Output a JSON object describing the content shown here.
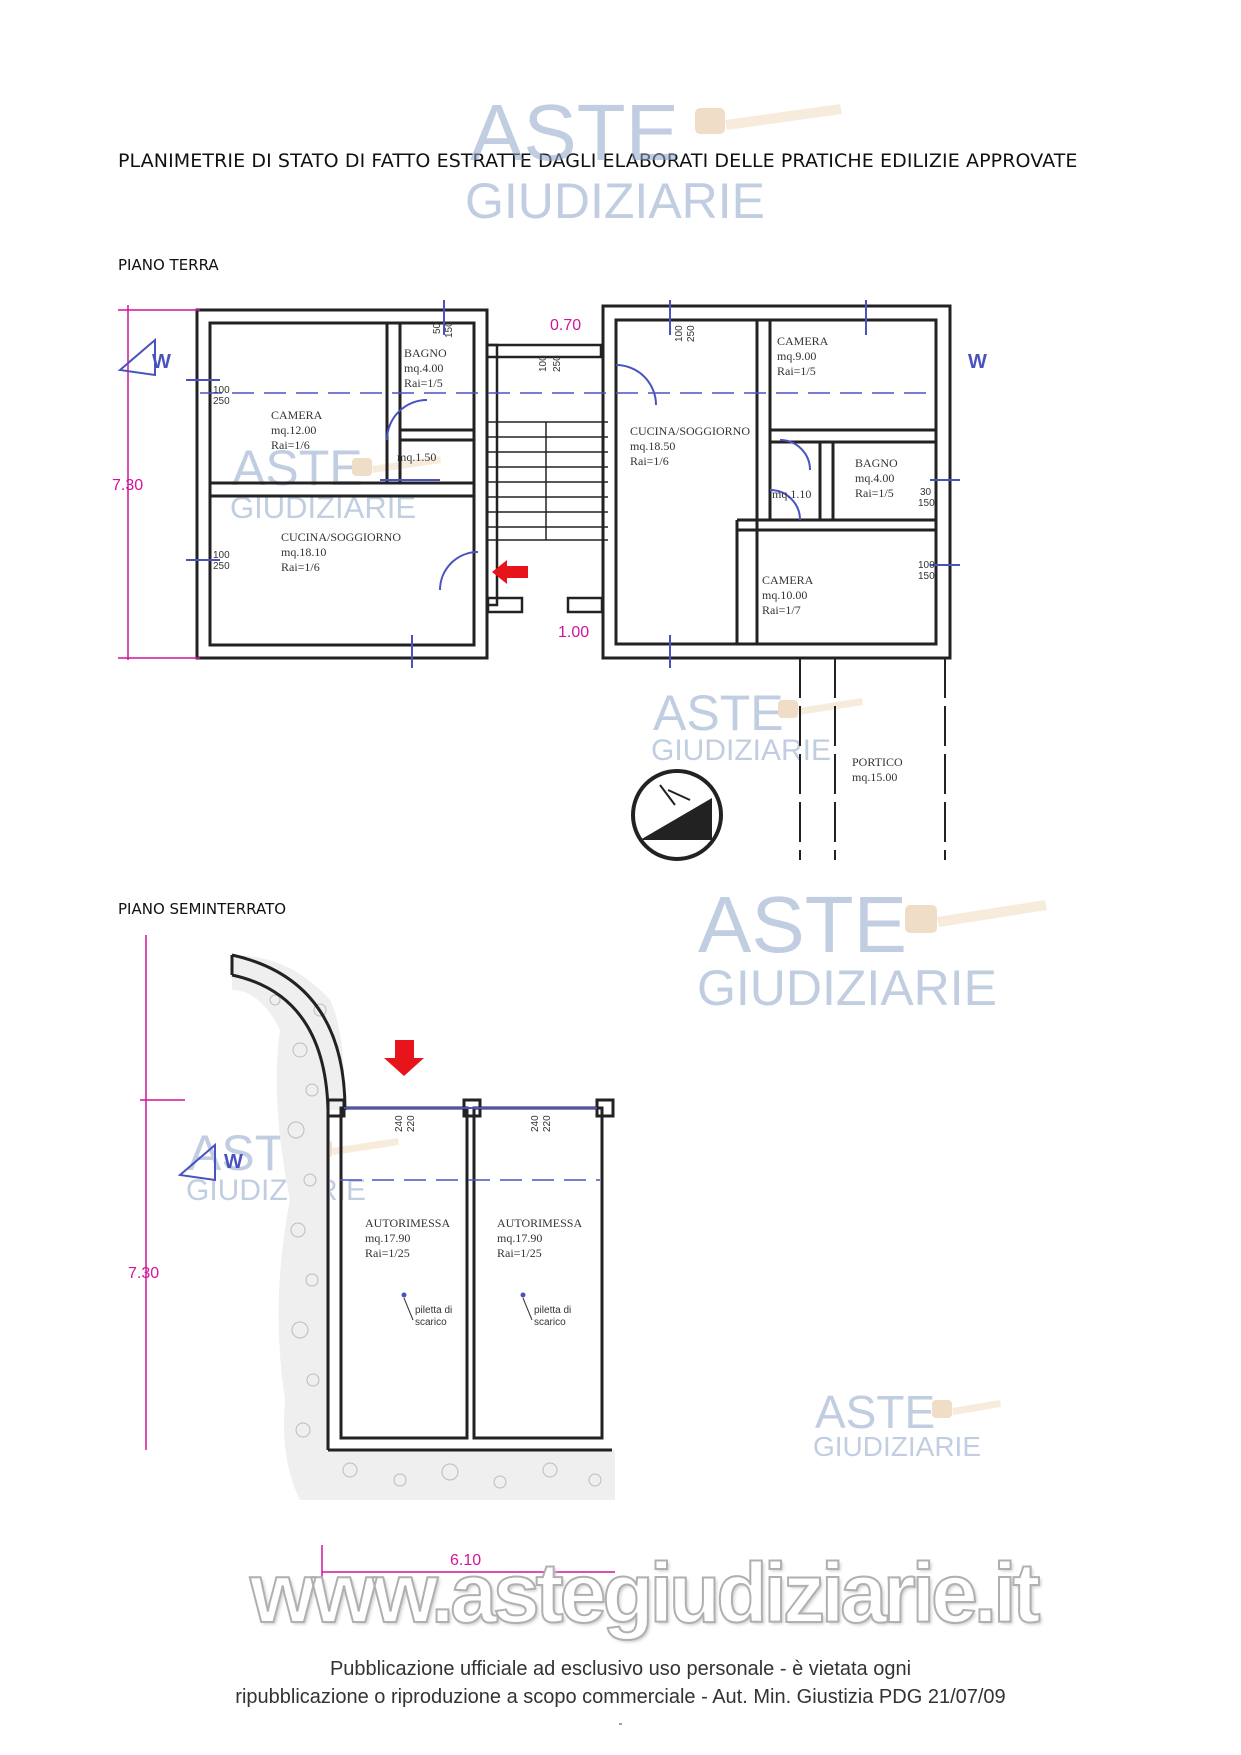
{
  "document": {
    "heading": "PLANIMETRIE DI STATO DI FATTO ESTRATTE DAGLI ELABORATI DELLE PRATICHE EDILIZIE APPROVATE",
    "section_ground": "PIANO TERRA",
    "section_basement": "PIANO SEMINTERRATO"
  },
  "ground_floor": {
    "rooms": [
      {
        "name": "CAMERA",
        "area": "mq.12.00",
        "rai": "Rai=1/6"
      },
      {
        "name": "BAGNO",
        "area": "mq.4.00",
        "rai": "Rai=1/5"
      },
      {
        "name": "",
        "area": "mq.1.50",
        "rai": ""
      },
      {
        "name": "CUCINA/SOGGIORNO",
        "area": "mq.18.10",
        "rai": "Rai=1/6"
      },
      {
        "name": "CUCINA/SOGGIORNO",
        "area": "mq.18.50",
        "rai": "Rai=1/6"
      },
      {
        "name": "CAMERA",
        "area": "mq.9.00",
        "rai": "Rai=1/5"
      },
      {
        "name": "BAGNO",
        "area": "mq.4.00",
        "rai": "Rai=1/5"
      },
      {
        "name": "",
        "area": "mq.1.10",
        "rai": ""
      },
      {
        "name": "CAMERA",
        "area": "mq.10.00",
        "rai": "Rai=1/7"
      },
      {
        "name": "PORTICO",
        "area": "mq.15.00",
        "rai": ""
      }
    ],
    "dimensions": {
      "height": "7.30",
      "stair_top": "0.70",
      "stair_bottom": "1.00"
    },
    "window_marks": [
      "100",
      "250",
      "50",
      "150",
      "30",
      "150",
      "100",
      "150",
      "100",
      "250",
      "100",
      "250",
      "100",
      "250"
    ],
    "west_marker": "W"
  },
  "basement": {
    "rooms": [
      {
        "name": "AUTORIMESSA",
        "area": "mq.17.90",
        "rai": "Rai=1/25",
        "note_1": "piletta di",
        "note_2": "scarico"
      },
      {
        "name": "AUTORIMESSA",
        "area": "mq.17.90",
        "rai": "Rai=1/25",
        "note_1": "piletta di",
        "note_2": "scarico"
      }
    ],
    "dimensions": {
      "height": "7.30",
      "width": "6.10"
    },
    "door_marks": [
      "240",
      "220",
      "240",
      "220"
    ],
    "west_marker": "W"
  },
  "watermark": {
    "line1": "ASTE",
    "line2": "GIUDIZIARIE",
    "url": "www.astegiudiziarie.it"
  },
  "footer": {
    "line1": "Pubblicazione ufficiale ad esclusivo uso personale - è vietata ogni",
    "line2": "ripubblicazione o riproduzione a scopo commerciale - Aut. Min. Giustizia PDG 21/07/09",
    "mark": "-"
  },
  "colors": {
    "dimension": "#d1149a",
    "window": "#4a52c0",
    "arrow": "#e8141c",
    "watermark": "#8fa6c9"
  }
}
